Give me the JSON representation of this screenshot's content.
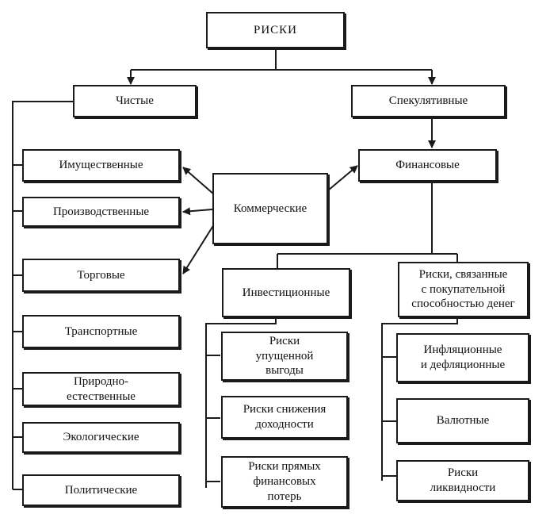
{
  "root": "РИСКИ",
  "pure": "Чистые",
  "speculative": "Спекулятивные",
  "commercial": "Коммерческие",
  "financial": "Финансовые",
  "investment": "Инвестиционные",
  "purchasing_power": "Риски, связанные\nс покупательной\nспособностью денег",
  "pure_items": [
    "Имущественные",
    "Производственные",
    "Торговые",
    "Транспортные",
    "Природно-\nестественные",
    "Экологические",
    "Политические"
  ],
  "investment_items": [
    "Риски\nупущенной\nвыгоды",
    "Риски снижения\nдоходности",
    "Риски прямых\nфинансовых\nпотерь"
  ],
  "purchasing_items": [
    "Инфляционные\nи дефляционные",
    "Валютные",
    "Риски\nликвидности"
  ]
}
